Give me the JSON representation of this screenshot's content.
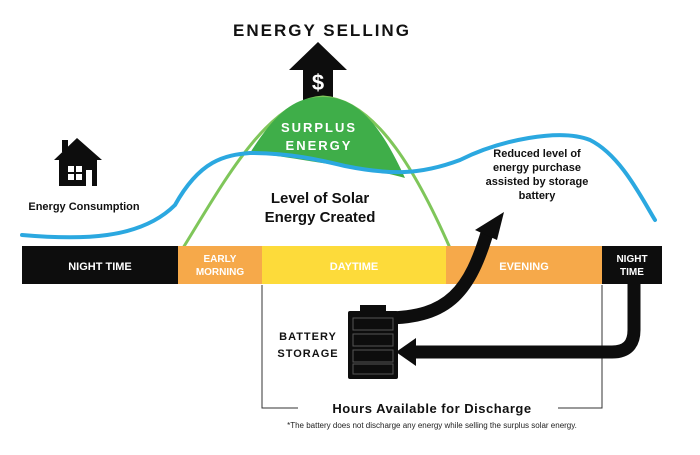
{
  "title": "ENERGY SELLING",
  "dollar_symbol": "$",
  "surplus": {
    "line1": "SURPLUS",
    "line2": "ENERGY"
  },
  "consumption_label": "Energy Consumption",
  "solar_label": {
    "line1": "Level of Solar",
    "line2": "Energy Created"
  },
  "reduced_label": {
    "line1": "Reduced level of",
    "line2": "energy purchase",
    "line3": "assisted by storage",
    "line4": "battery"
  },
  "timeline": {
    "night_left": "NIGHT TIME",
    "early_morning": {
      "line1": "EARLY",
      "line2": "MORNING"
    },
    "daytime": "DAYTIME",
    "evening": "EVENING",
    "night_right": {
      "line1": "NIGHT",
      "line2": "TIME"
    }
  },
  "battery_label": {
    "line1": "BATTERY",
    "line2": "STORAGE"
  },
  "discharge_label": "Hours Available for Discharge",
  "footnote": "*The battery does not discharge any energy while selling the surplus solar energy.",
  "colors": {
    "night": "#0d0d0d",
    "early_morning": "#f6a94a",
    "daytime": "#fddb3a",
    "evening": "#f6a94a",
    "consumption_line": "#2ba8e0",
    "solar_fill": "#3fae49",
    "solar_outline": "#7fc65a",
    "arrow": "#0d0d0d"
  }
}
